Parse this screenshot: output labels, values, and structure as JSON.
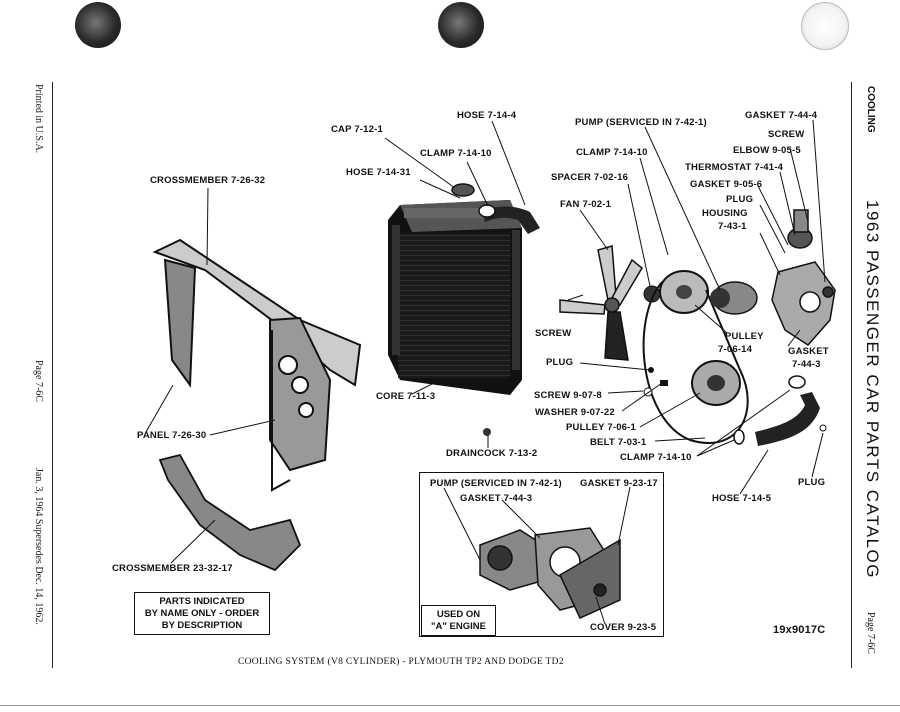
{
  "header": {
    "side_left_text": "Printed in U.S.A.",
    "side_left_page": "Page 7-6C",
    "side_left_date": "Jan. 3, 1964 Supersedes Dec. 14, 1962.",
    "side_right_section": "COOLING",
    "side_right_title": "1963 PASSENGER CAR PARTS CATALOG",
    "side_right_page": "Page 7-6C"
  },
  "labels": {
    "hose_7_14_4": "HOSE 7-14-4",
    "cap": "CAP 7-12-1",
    "clamp_top": "CLAMP 7-14-10",
    "hose_7_14_31": "HOSE 7-14-31",
    "crossmember_top": "CROSSMEMBER 7-26-32",
    "pump_top": "PUMP (SERVICED IN 7-42-1)",
    "clamp_mid": "CLAMP 7-14-10",
    "spacer": "SPACER 7-02-16",
    "fan": "FAN 7-02-1",
    "gasket_top": "GASKET 7-44-4",
    "screw_top": "SCREW",
    "elbow": "ELBOW 9-05-5",
    "thermostat": "THERMOSTAT 7-41-4",
    "gasket_9056": "GASKET 9-05-6",
    "plug_top": "PLUG",
    "housing": "HOUSING",
    "housing_num": "7-43-1",
    "screw_fan": "SCREW",
    "pulley_upper": "PULLEY",
    "pulley_upper_num": "7-06-14",
    "gasket_7443": "GASKET",
    "gasket_7443_num": "7-44-3",
    "plug_mid": "PLUG",
    "core": "CORE 7-11-3",
    "screw_9078": "SCREW 9-07-8",
    "washer": "WASHER 9-07-22",
    "pulley_lower": "PULLEY 7-06-1",
    "belt": "BELT 7-03-1",
    "panel": "PANEL 7-26-30",
    "draincock": "DRAINCOCK 7-13-2",
    "clamp_low": "CLAMP 7-14-10",
    "plug_right": "PLUG",
    "hose_7_14_5": "HOSE 7-14-5",
    "inset_pump": "PUMP (SERVICED IN 7-42-1)",
    "inset_gasket_left": "GASKET 7-44-3",
    "inset_gasket_right": "GASKET 9-23-17",
    "crossmember_low": "CROSSMEMBER 23-32-17",
    "cover": "COVER 9-23-5",
    "figure_number": "19x9017C"
  },
  "notes": {
    "parts_line1": "PARTS INDICATED",
    "parts_line2": "BY NAME ONLY - ORDER",
    "parts_line3": "BY DESCRIPTION",
    "engine_line1": "USED ON",
    "engine_line2": "\"A\" ENGINE"
  },
  "footer": {
    "caption": "COOLING SYSTEM (V8 CYLINDER) - PLYMOUTH TP2 AND DODGE TD2"
  }
}
